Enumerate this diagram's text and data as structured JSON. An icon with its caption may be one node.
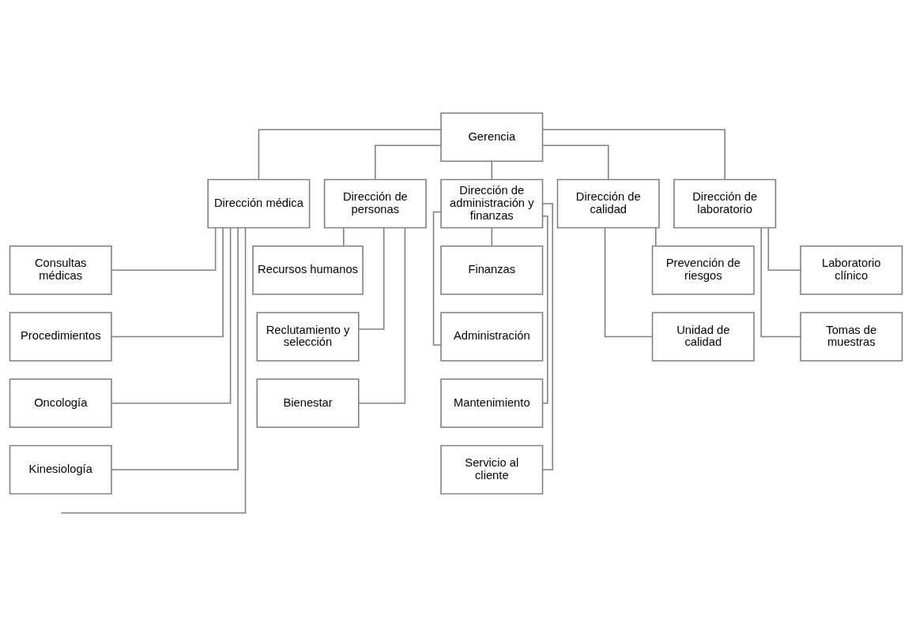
{
  "diagram": {
    "nodes": [
      {
        "text": [
          "Gerencia"
        ]
      },
      {
        "text": [
          "Dirección médica"
        ]
      },
      {
        "text": [
          "Dirección de personas"
        ]
      },
      {
        "text": [
          "Dirección de administración y finanzas"
        ]
      },
      {
        "text": [
          "Dirección de calidad"
        ]
      },
      {
        "text": [
          "Dirección de laboratorio"
        ]
      },
      {
        "text": [
          "Consultas médicas"
        ]
      },
      {
        "text": [
          "Procedimientos"
        ]
      },
      {
        "text": [
          "Oncología"
        ]
      },
      {
        "text": [
          "Kinesiología"
        ]
      },
      {
        "text": [
          "Recursos humanos"
        ]
      },
      {
        "text": [
          "Reclutamiento y selección"
        ]
      },
      {
        "text": [
          "Bienestar"
        ]
      },
      {
        "text": [
          "Finanzas"
        ]
      },
      {
        "text": [
          "Administración"
        ]
      },
      {
        "text": [
          "Mantenimiento"
        ]
      },
      {
        "text": [
          "Servicio al cliente"
        ]
      },
      {
        "text": [
          "Prevención de riesgos"
        ]
      },
      {
        "text": [
          "Unidad de calidad"
        ]
      },
      {
        "text": [
          "Laboratorio clínico"
        ]
      },
      {
        "text": [
          "Tomas de muestras"
        ]
      }
    ],
    "edges": [
      {
        "from": 0,
        "to": 1,
        "arrow": "none"
      },
      {
        "from": 0,
        "to": 2,
        "arrow": "none"
      },
      {
        "from": 0,
        "to": 3,
        "arrow": "none"
      },
      {
        "from": 0,
        "to": 4,
        "arrow": "none"
      },
      {
        "from": 0,
        "to": 5,
        "arrow": "none"
      },
      {
        "from": 1,
        "to": 6,
        "arrow": "none"
      },
      {
        "from": 1,
        "to": 7,
        "arrow": "none"
      },
      {
        "from": 1,
        "to": 8,
        "arrow": "none"
      },
      {
        "from": 1,
        "to": 9,
        "arrow": "none"
      },
      {
        "from": 1,
        "to": null,
        "arrow": "none"
      },
      {
        "from": 2,
        "to": 10,
        "arrow": "none"
      },
      {
        "from": 2,
        "to": 11,
        "arrow": "none"
      },
      {
        "from": 2,
        "to": 12,
        "arrow": "none"
      },
      {
        "from": 3,
        "to": 13,
        "arrow": "none"
      },
      {
        "from": 3,
        "to": 14,
        "arrow": "none"
      },
      {
        "from": 3,
        "to": 15,
        "arrow": "none"
      },
      {
        "from": 3,
        "to": 16,
        "arrow": "none"
      },
      {
        "from": 4,
        "to": 17,
        "arrow": "none"
      },
      {
        "from": 4,
        "to": 18,
        "arrow": "none"
      },
      {
        "from": 5,
        "to": 19,
        "arrow": "none"
      },
      {
        "from": 5,
        "to": 20,
        "arrow": "none"
      }
    ]
  }
}
